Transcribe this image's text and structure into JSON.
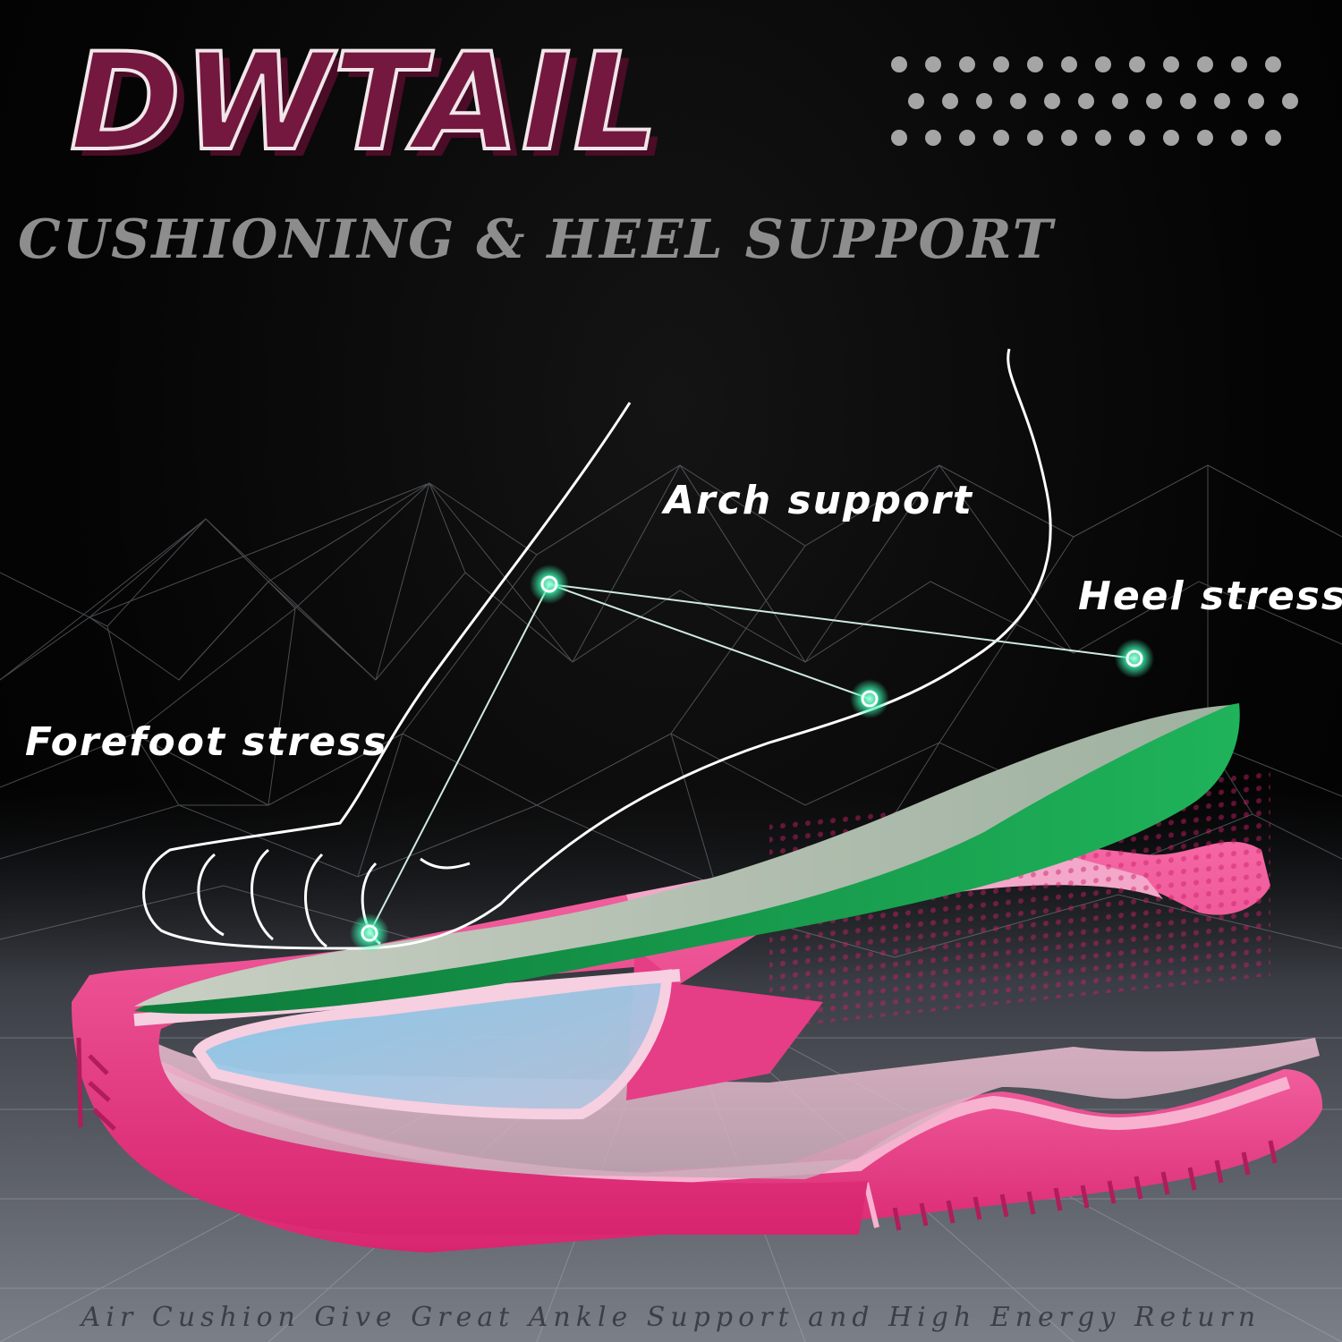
{
  "brand": {
    "name": "DWTAIL",
    "primary_color": "#74183f"
  },
  "headline": {
    "subtitle": "CUSHIONING & HEEL SUPPORT"
  },
  "callouts": {
    "arch": "Arch support",
    "heel": "Heel stress",
    "forefoot": "Forefoot stress",
    "marker_color": "#3df5b0"
  },
  "insole": {
    "top_layer_color": "#17a04f",
    "base_color": "#ee3c8d"
  },
  "footer": {
    "tagline": "Air Cushion Give Great Ankle Support and High Energy Return"
  }
}
